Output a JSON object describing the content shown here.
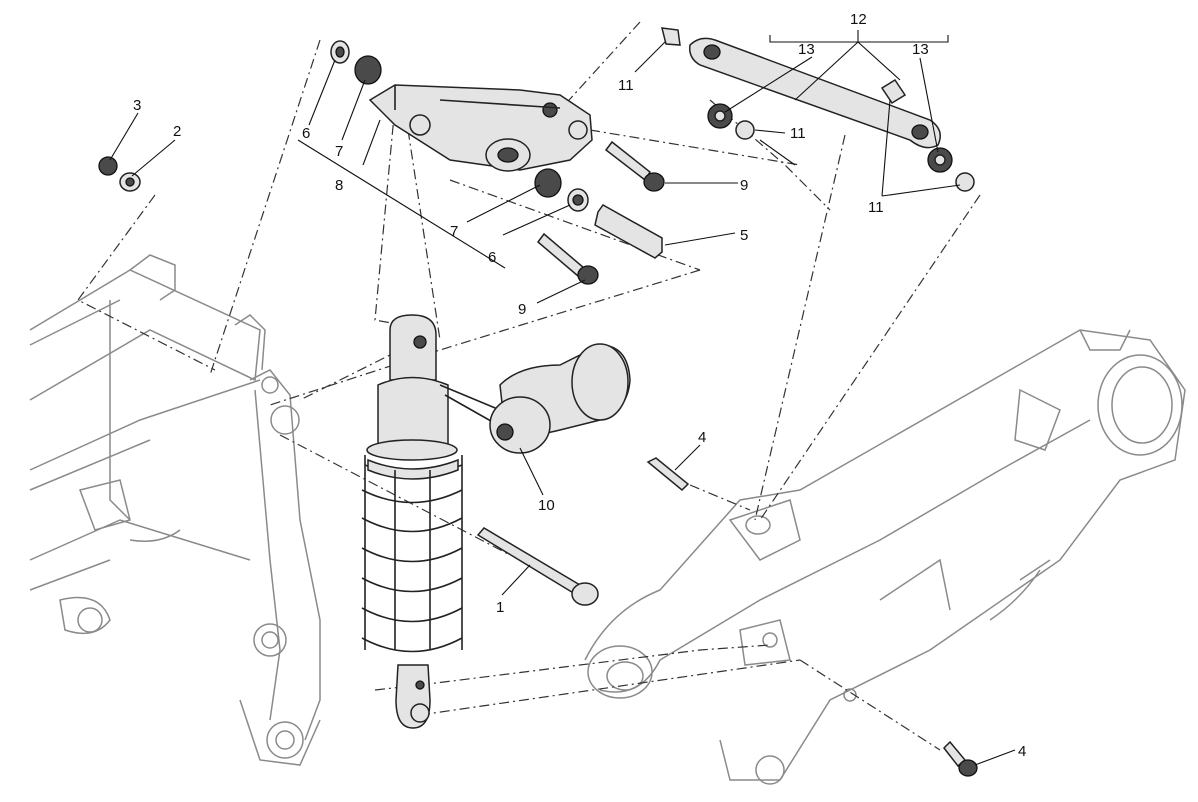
{
  "callouts": {
    "c1": "1",
    "c2": "2",
    "c3": "3",
    "c4a": "4",
    "c4b": "4",
    "c5": "5",
    "c6a": "6",
    "c6b": "6",
    "c7a": "7",
    "c7b": "7",
    "c8": "8",
    "c9a": "9",
    "c9b": "9",
    "c10": "10",
    "c11a": "11",
    "c11b": "11",
    "c11c": "11",
    "c12": "12",
    "c13a": "13",
    "c13b": "13"
  }
}
